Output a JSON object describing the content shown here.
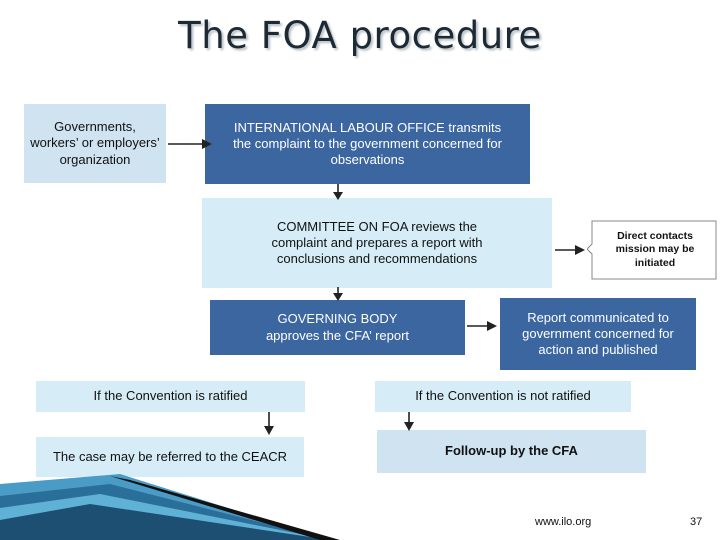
{
  "title": "The FOA procedure",
  "boxes": {
    "complainant": "Governments, workers’ or employers’ organization",
    "ilo": "INTERNATIONAL LABOUR OFFICE transmits the complaint to the government concerned for observations",
    "cfa": "COMMITTEE ON FOA reviews the complaint and prepares a report with conclusions and recommendations",
    "direct_contacts": "Direct contacts mission may be initiated",
    "governing_body": "GOVERNING BODY approves the CFA’ report",
    "report": "Report communicated to government concerned for action and published",
    "ratified": "If the Convention is ratified",
    "not_ratified": "If the Convention is not ratified",
    "ceacr": "The case may be referred to the CEACR",
    "followup": "Follow-up by the CFA"
  },
  "footer": {
    "url": "www.ilo.org",
    "page_number": "37"
  },
  "colors": {
    "dark_box": "#3b66a0",
    "light_box": "#cfe3f0",
    "mid_box": "#d6edf7",
    "arrow": "#222222"
  }
}
